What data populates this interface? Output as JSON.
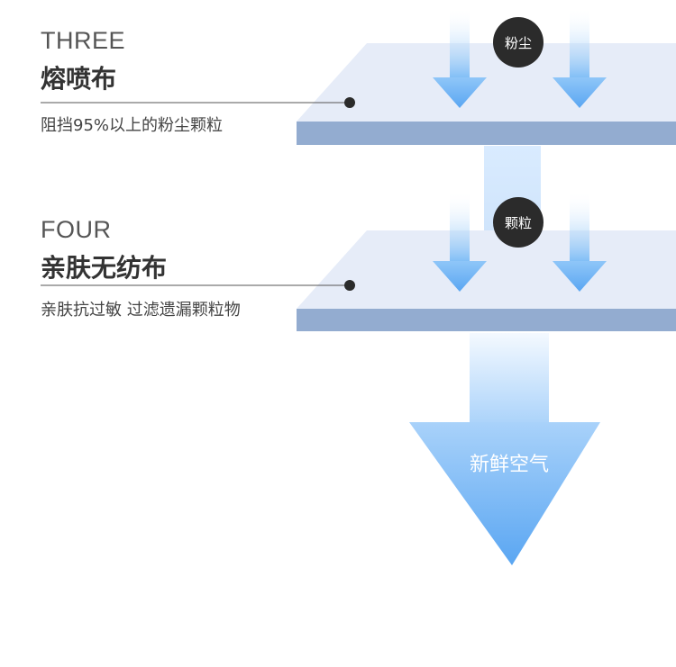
{
  "layers": [
    {
      "en": "THREE",
      "cn": "熔喷布",
      "desc": "阻挡95%以上的粉尘颗粒",
      "badge": "粉尘"
    },
    {
      "en": "FOUR",
      "cn": "亲肤无纺布",
      "desc": "亲肤抗过敏 过滤遗漏颗粒物",
      "badge": "颗粒"
    }
  ],
  "output": {
    "label": "新鲜空气"
  },
  "colors": {
    "sheet_top": "#e6ecf8",
    "sheet_edge": "#93acd0",
    "arrow_light": "#ffffff",
    "arrow_dark": "#5aa6f2",
    "leader_line": "#555555",
    "dot": "#2b2b2b",
    "badge_bg": "#2b2b2b"
  }
}
